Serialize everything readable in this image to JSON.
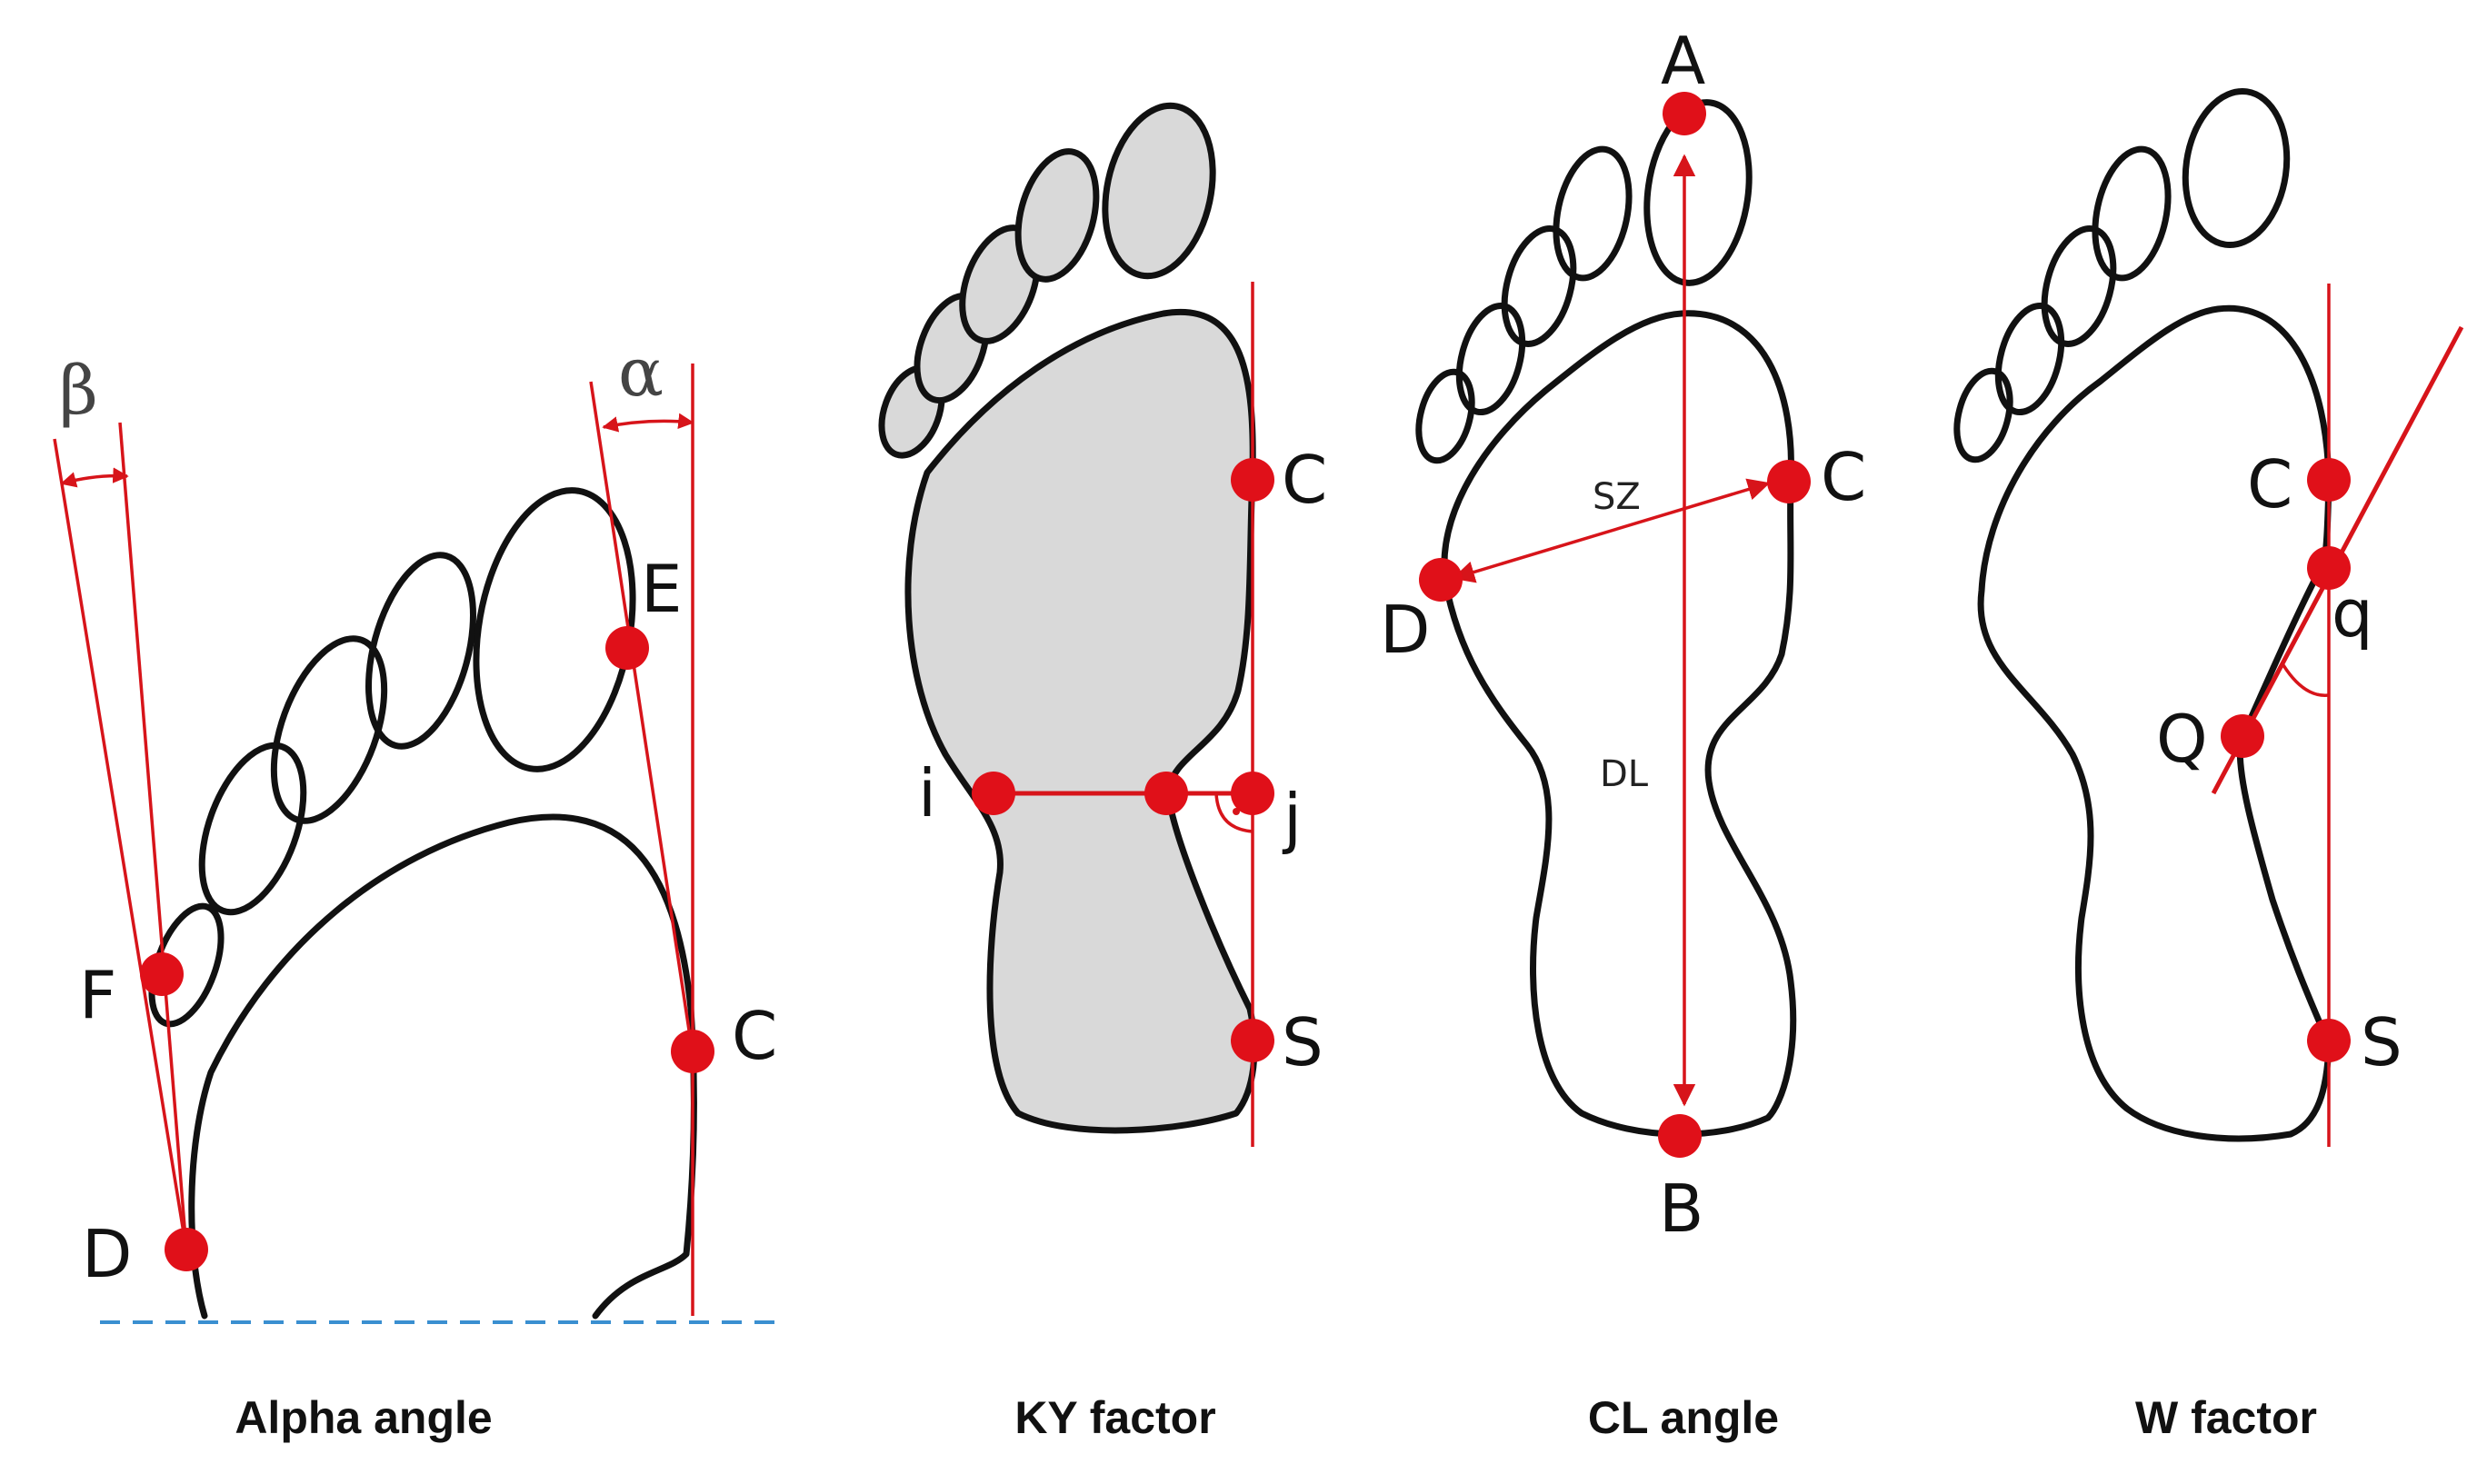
{
  "panels": [
    {
      "caption": "Alpha angle",
      "points": [
        "E",
        "F",
        "C",
        "D"
      ],
      "angles": [
        "β",
        "α"
      ]
    },
    {
      "caption": "KY factor",
      "points": [
        "C",
        "i",
        "j",
        "S"
      ]
    },
    {
      "caption": "CL angle",
      "points": [
        "A",
        "C",
        "D",
        "B"
      ],
      "segments": [
        "SZ",
        "DL"
      ]
    },
    {
      "caption": "W factor",
      "points": [
        "C",
        "q",
        "Q",
        "S"
      ]
    }
  ],
  "colors": {
    "marker": "#e01019",
    "line": "#d7141a",
    "outline": "#111111",
    "fill": "#d9d9d9",
    "baseline": "#3a8fd0"
  }
}
